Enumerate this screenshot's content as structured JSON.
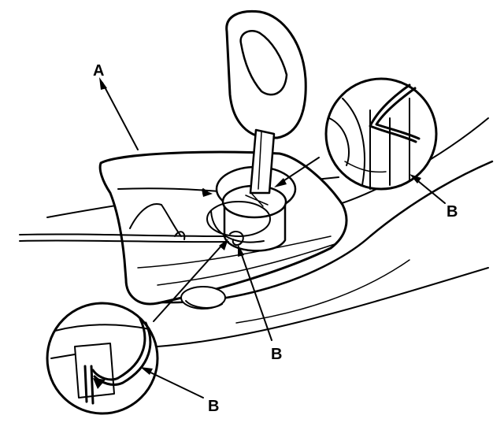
{
  "labels": {
    "cover": "A",
    "spring_upper_detail": "B",
    "spring_center": "B",
    "spring_lower_detail": "B"
  }
}
